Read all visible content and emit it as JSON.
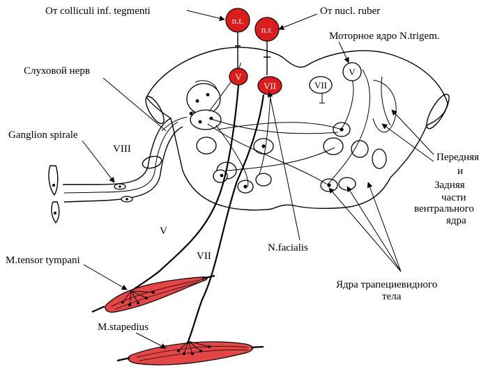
{
  "labels": {
    "colliculi": "От colliculi inf. tegmenti",
    "ruber": "От nucl. ruber",
    "motor_trigem": "Моторное ядро N.trigem.",
    "auditory_nerve": "Слуховой нерв",
    "ganglion": "Ganglion spirale",
    "viii": "VIII",
    "front_line1": "Передняя",
    "front_line2": "и",
    "front_line3": "Задняя",
    "front_line4": "части",
    "front_line5": "вентрального",
    "front_line6": "ядра",
    "v_nerve": "V",
    "vii_nerve": "VII",
    "n_facialis": "N.facialis",
    "tensor": "M.tensor tympani",
    "stapedius": "M.stapedius",
    "trapezoid_line1": "Ядра трапециевидного",
    "trapezoid_line2": "тела"
  },
  "nuclei": {
    "nt": "n.t.",
    "nr": "n.r.",
    "v_red": "V",
    "vii_red": "VII",
    "vii_white": "VII",
    "v_white": "V"
  },
  "colors": {
    "nucleus_red": "#dd1c1c",
    "muscle_red": "#e64545",
    "line": "#000000"
  }
}
